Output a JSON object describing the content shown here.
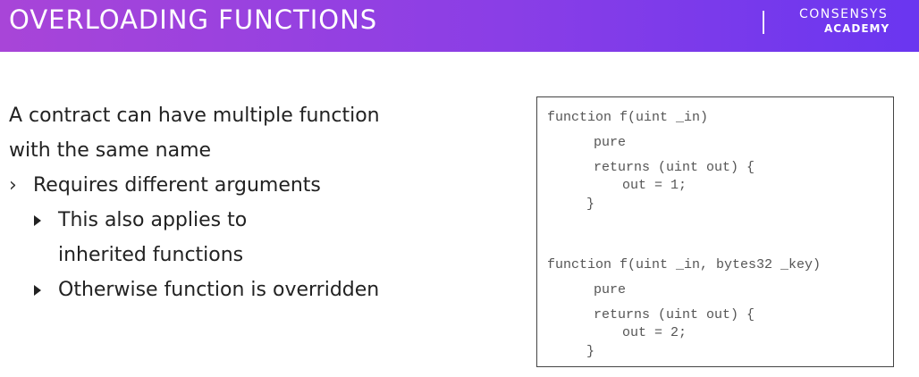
{
  "header": {
    "title": "OVERLOADING FUNCTIONS",
    "brand_top": "CONSENSYS",
    "brand_bottom": "ACADEMY"
  },
  "bullets": {
    "main_line1": "A contract can have multiple function",
    "main_line2": "with the same name",
    "sub1": "Requires different arguments",
    "sub1_chevron": "›",
    "sub1_1_line1": "This also applies to",
    "sub1_1_line2": "inherited functions",
    "sub1_2": "Otherwise function is overridden"
  },
  "code": {
    "block1": {
      "line1": "function f(uint _in)",
      "line2": "pure",
      "line3": "returns (uint out) {",
      "line4": "out = 1;",
      "line5": "}"
    },
    "block2": {
      "line1": "function f(uint _in, bytes32 _key)",
      "line2": "pure",
      "line3": "returns (uint out) {",
      "line4": "out = 2;",
      "line5": "}"
    }
  },
  "colors": {
    "header_gradient_start": "#a845d8",
    "header_gradient_end": "#6a36f0"
  }
}
